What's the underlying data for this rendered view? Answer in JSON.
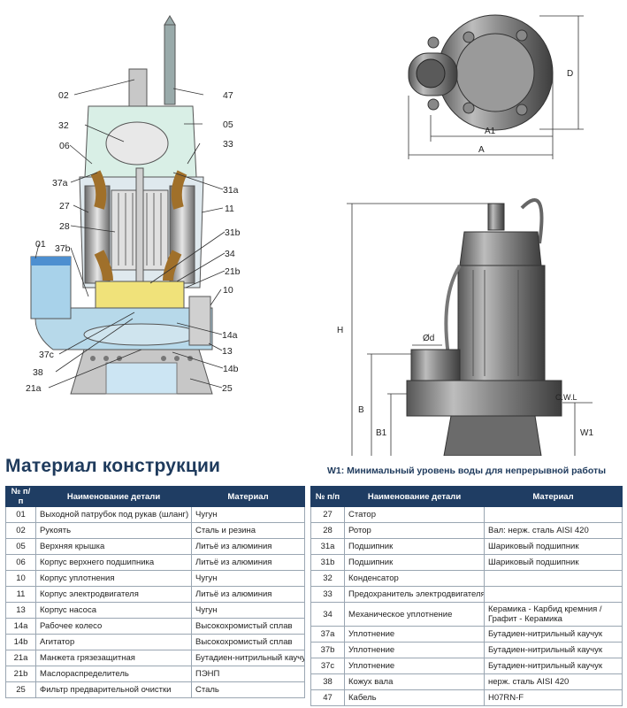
{
  "section_title": "Материал конструкции",
  "note": "W1: Минимальный уровень воды для непрерывной работы",
  "diagram": {
    "callouts_left": [
      "01",
      "02",
      "06",
      "37a",
      "27",
      "28",
      "37b",
      "37c",
      "38",
      "21a"
    ],
    "callouts_top": [
      "32"
    ],
    "callouts_right": [
      "47",
      "05",
      "33",
      "31a",
      "11",
      "31b",
      "34",
      "21b",
      "10",
      "14a",
      "13",
      "14b",
      "25"
    ],
    "dims": {
      "a1": "A1",
      "a": "A",
      "d": "D",
      "h": "H",
      "b": "B",
      "b1": "B1",
      "w1": "W1",
      "od": "Ød",
      "cwl": "C.W.L"
    }
  },
  "table_headers": {
    "no": "№ п/п",
    "name": "Наименование детали",
    "material": "Материал"
  },
  "table_left": [
    {
      "no": "01",
      "name": "Выходной патрубок под рукав (шланг)",
      "material": "Чугун"
    },
    {
      "no": "02",
      "name": "Рукоять",
      "material": "Сталь и резина"
    },
    {
      "no": "05",
      "name": "Верхняя крышка",
      "material": "Литьё из алюминия"
    },
    {
      "no": "06",
      "name": "Корпус верхнего подшипника",
      "material": "Литьё из алюминия"
    },
    {
      "no": "10",
      "name": "Корпус уплотнения",
      "material": "Чугун"
    },
    {
      "no": "11",
      "name": "Корпус электродвигателя",
      "material": "Литьё из алюминия"
    },
    {
      "no": "13",
      "name": "Корпус насоса",
      "material": "Чугун"
    },
    {
      "no": "14a",
      "name": "Рабочее колесо",
      "material": "Высокохромистый сплав"
    },
    {
      "no": "14b",
      "name": "Агитатор",
      "material": "Высокохромистый сплав"
    },
    {
      "no": "21a",
      "name": "Манжета грязезащитная",
      "material": "Бутадиен-нитрильный каучук"
    },
    {
      "no": "21b",
      "name": "Маслораспределитель",
      "material": "ПЭНП"
    },
    {
      "no": "25",
      "name": "Фильтр предварительной очистки",
      "material": "Сталь"
    }
  ],
  "table_right": [
    {
      "no": "27",
      "name": "Статор",
      "material": ""
    },
    {
      "no": "28",
      "name": "Ротор",
      "material": "Вал: нерж. сталь AISI 420"
    },
    {
      "no": "31a",
      "name": "Подшипник",
      "material": "Шариковый подшипник"
    },
    {
      "no": "31b",
      "name": "Подшипник",
      "material": "Шариковый подшипник"
    },
    {
      "no": "32",
      "name": "Конденсатор",
      "material": ""
    },
    {
      "no": "33",
      "name": "Предохранитель электродвигателя",
      "material": ""
    },
    {
      "no": "34",
      "name": "Механическое уплотнение",
      "material": "Керамика - Карбид кремния / Графит - Керамика"
    },
    {
      "no": "37a",
      "name": "Уплотнение",
      "material": "Бутадиен-нитрильный каучук"
    },
    {
      "no": "37b",
      "name": "Уплотнение",
      "material": "Бутадиен-нитрильный каучук"
    },
    {
      "no": "37c",
      "name": "Уплотнение",
      "material": "Бутадиен-нитрильный каучук"
    },
    {
      "no": "38",
      "name": "Кожух вала",
      "material": "нерж. сталь AISI 420"
    },
    {
      "no": "47",
      "name": "Кабель",
      "material": "H07RN-F"
    }
  ]
}
